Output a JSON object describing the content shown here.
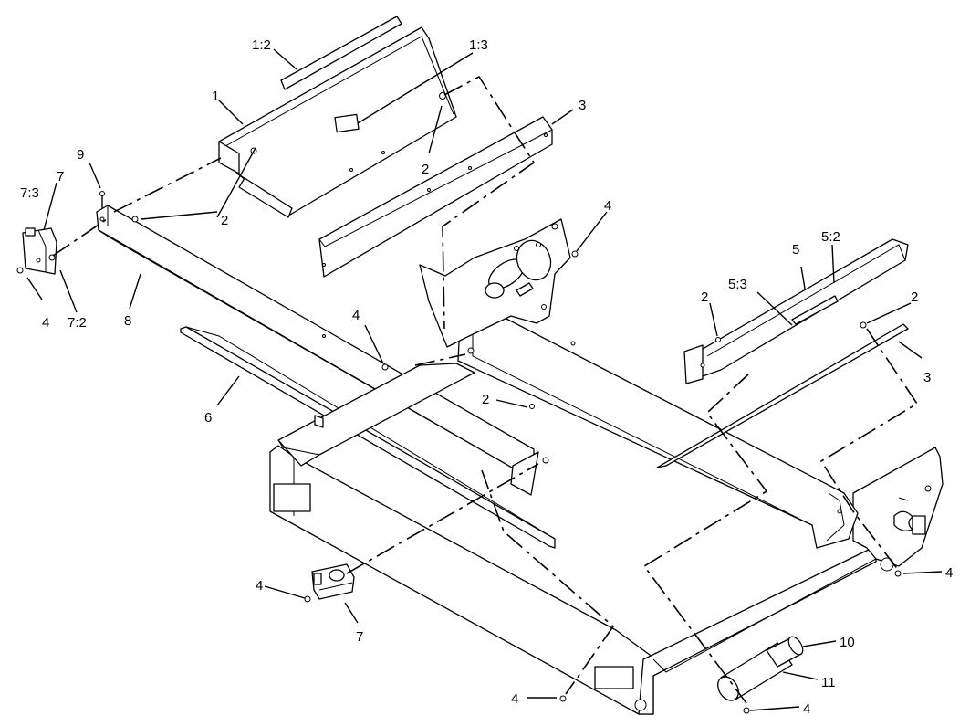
{
  "callouts": {
    "c1_2": "1:2",
    "c1_3": "1:3",
    "c1": "1",
    "c3_top": "3",
    "c2_top": "2",
    "c9": "9",
    "c7_3": "7:3",
    "c7_top": "7",
    "c2_left": "2",
    "c4_leftbracket": "4",
    "c7_2": "7:2",
    "c8": "8",
    "c4_top": "4",
    "c5": "5",
    "c5_2": "5:2",
    "c5_3": "5:3",
    "c2_right_a": "2",
    "c2_right_b": "2",
    "c3_right": "3",
    "c4_mid": "4",
    "c6": "6",
    "c2_center": "2",
    "c4_right": "4",
    "c4_lowleft": "4",
    "c7_low": "7",
    "c10": "10",
    "c11": "11",
    "c4_bottom": "4",
    "c4_bottomright": "4"
  }
}
